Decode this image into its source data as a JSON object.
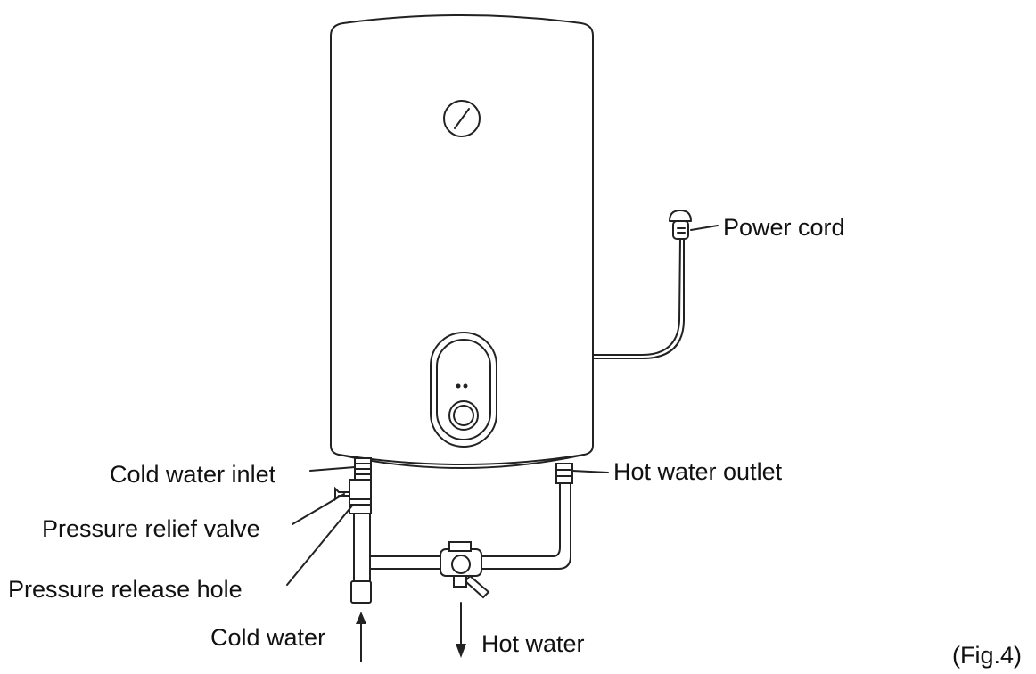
{
  "labels": {
    "power_cord": "Power cord",
    "cold_water_inlet": "Cold water inlet",
    "hot_water_outlet": "Hot water outlet",
    "pressure_relief_valve": "Pressure relief valve",
    "pressure_release_hole": "Pressure release hole",
    "cold_water": "Cold water",
    "hot_water": "Hot water"
  },
  "figure_caption": "(Fig.4)",
  "colors": {
    "line": "#222222",
    "text": "#111111",
    "background": "#ffffff"
  }
}
